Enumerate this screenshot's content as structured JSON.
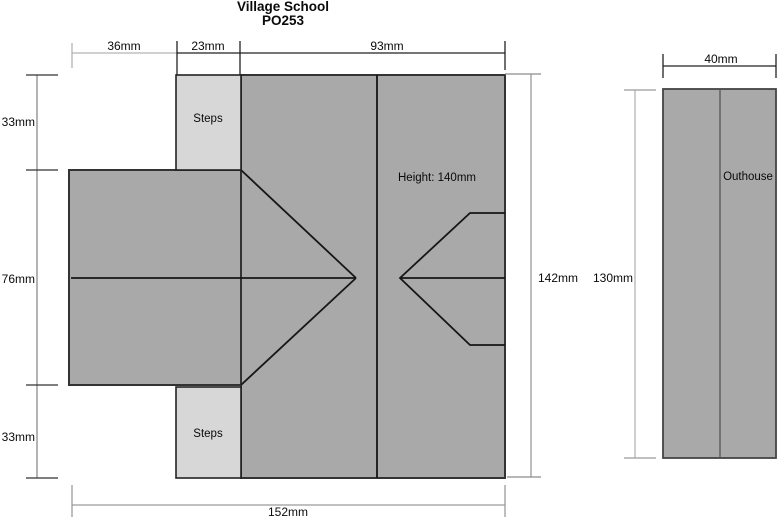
{
  "title": {
    "line1": "Village School",
    "line2": "PO253"
  },
  "school": {
    "steps_top_label": "Steps",
    "steps_bottom_label": "Steps",
    "height_note": "Height: 140mm",
    "dim_top_left": "36mm",
    "dim_top_mid": "23mm",
    "dim_top_right": "93mm",
    "dim_left_top": "33mm",
    "dim_left_mid": "76mm",
    "dim_left_bottom": "33mm",
    "dim_right": "142mm",
    "dim_bottom": "152mm"
  },
  "outhouse": {
    "label": "Outhouse",
    "dim_top": "40mm",
    "dim_left": "130mm"
  },
  "colors": {
    "building_fill": "#a9a9a9",
    "steps_fill": "#d7d7d7",
    "outline": "#333333",
    "roof_line": "#161616",
    "dim_dark": "#222222",
    "dim_gray": "#b3b3b3",
    "dim_mid": "#8c8c8c"
  }
}
